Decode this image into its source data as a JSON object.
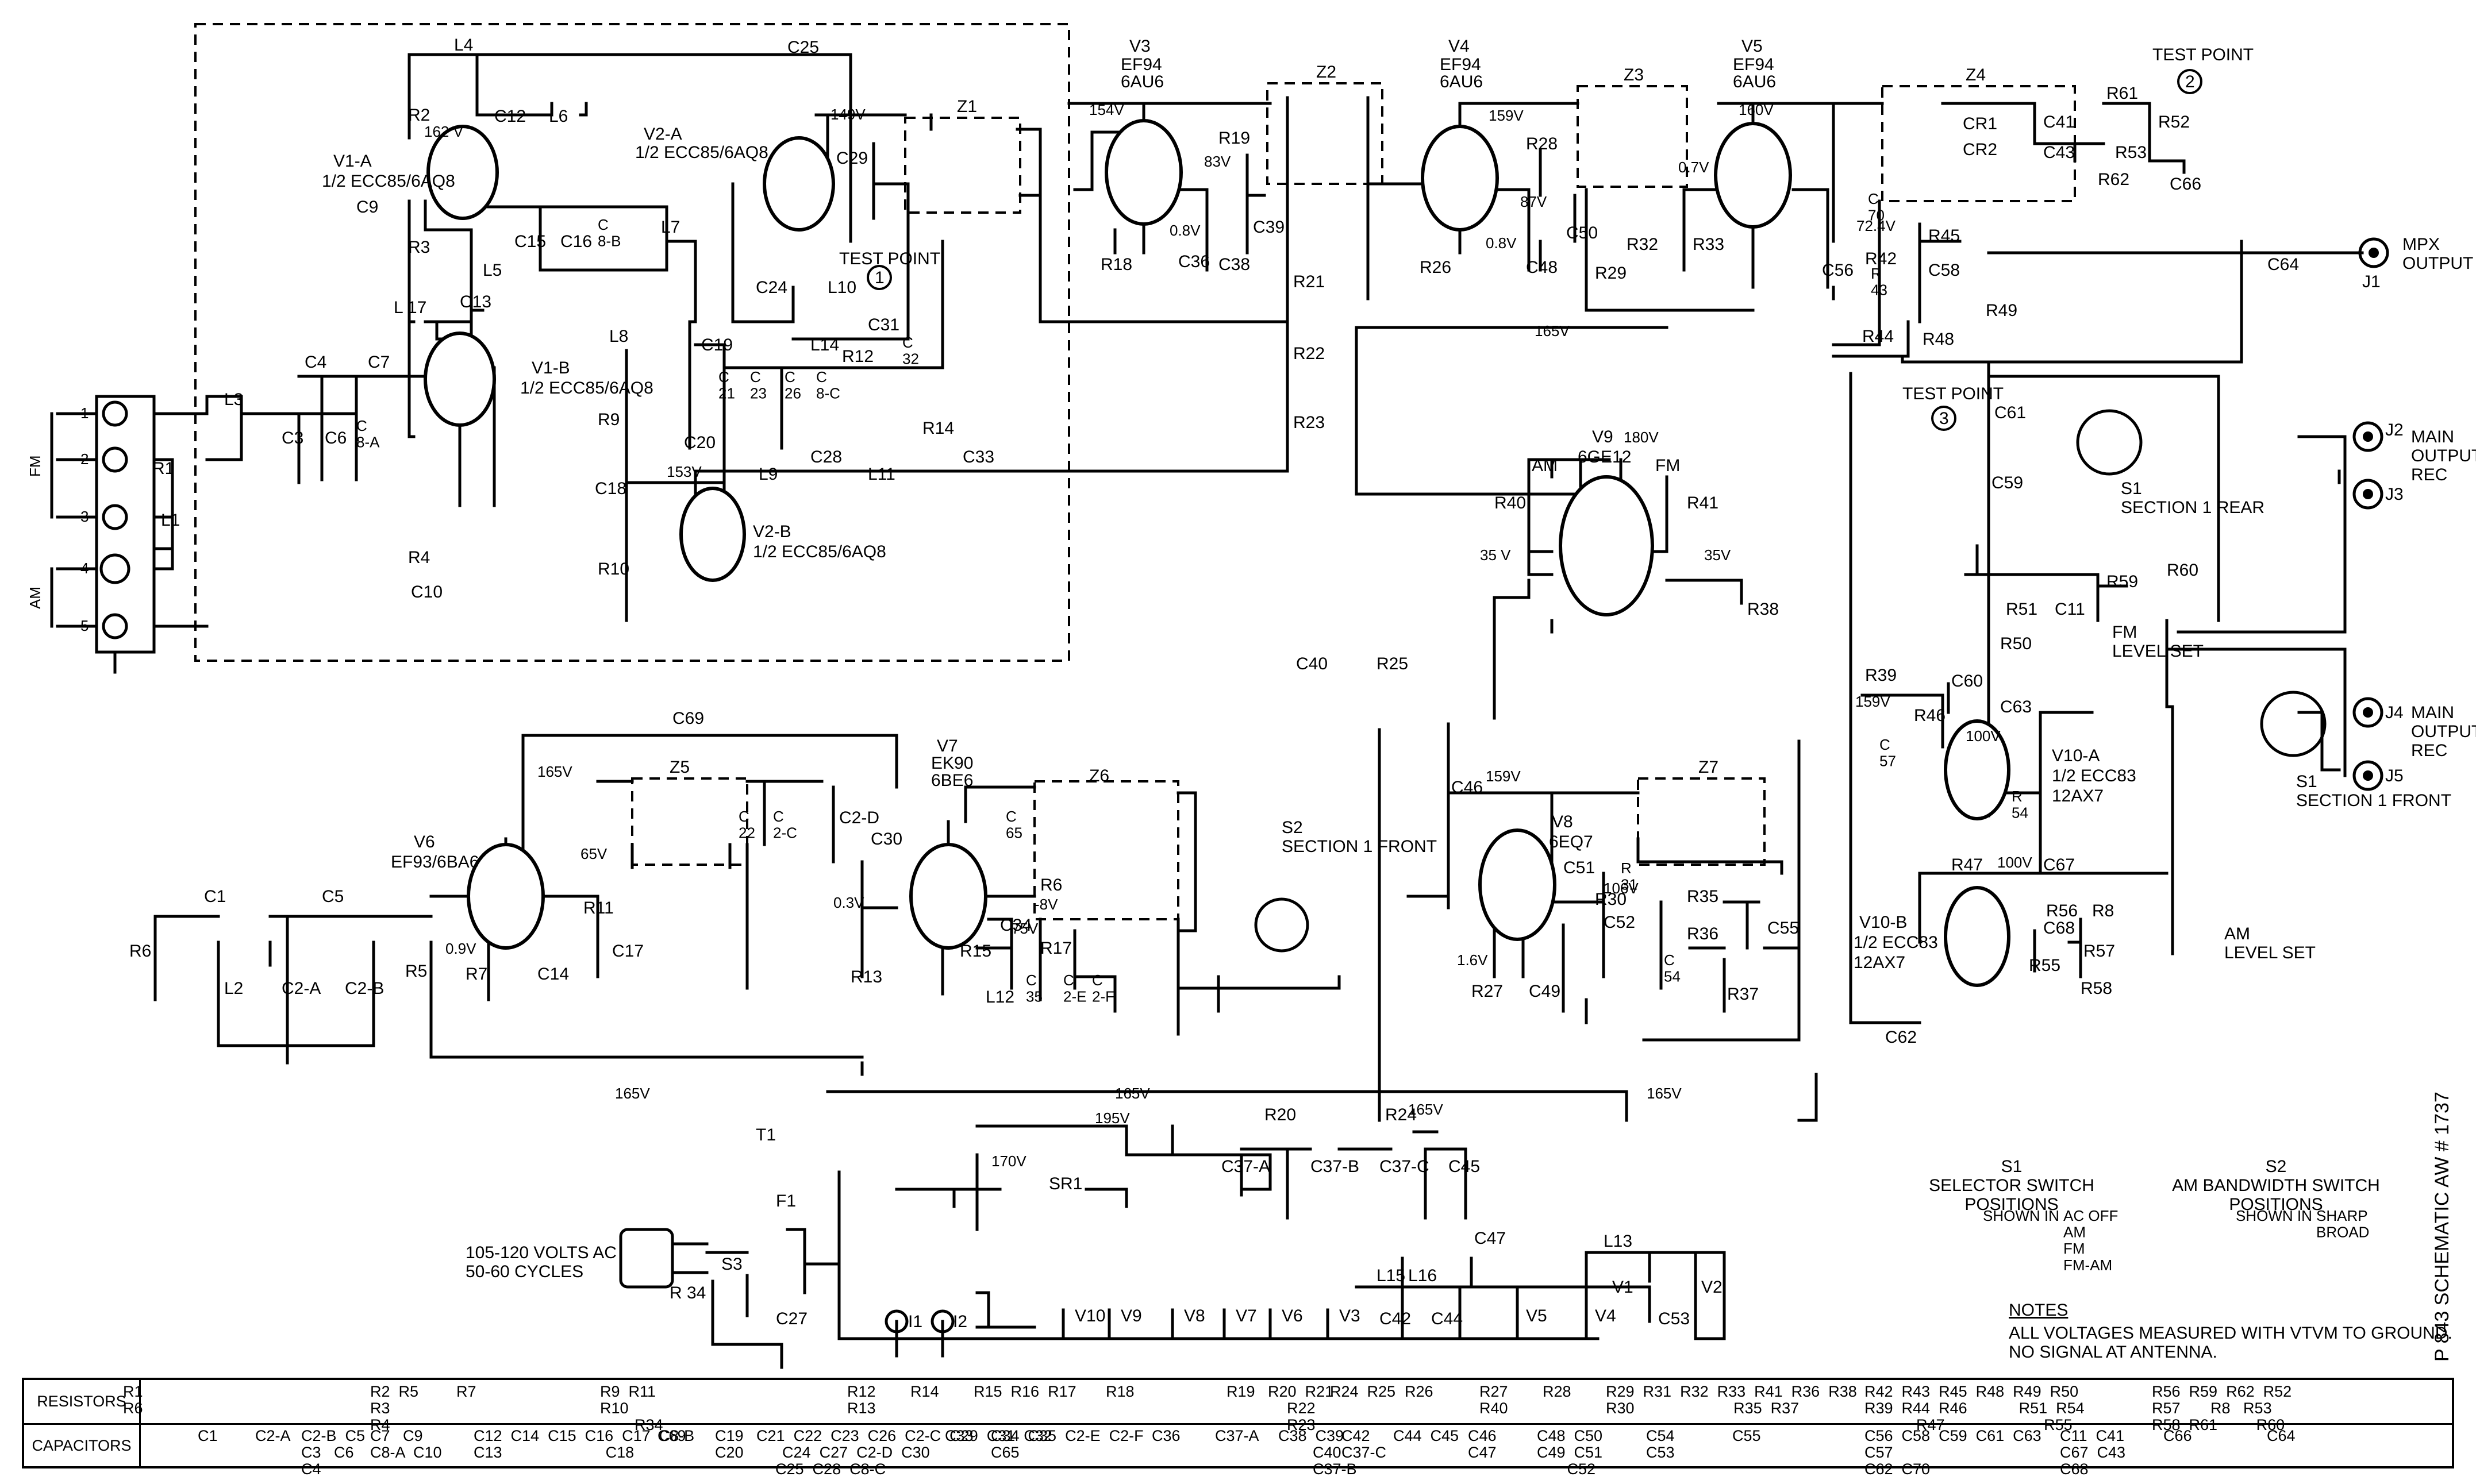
{
  "title_vertical": "P 843  SCHEMATIC AW # 1737",
  "antenna": {
    "terminals": [
      "1",
      "2",
      "3",
      "4",
      "5"
    ],
    "fm_label": "FM",
    "am_label": "AM"
  },
  "tubes": {
    "v1a": {
      "ref": "V1-A",
      "type": "1/2 ECC85/6AQ8"
    },
    "v1b": {
      "ref": "V1-B",
      "type": "1/2 ECC85/6AQ8"
    },
    "v2a": {
      "ref": "V2-A",
      "type": "1/2 ECC85/6AQ8"
    },
    "v2b": {
      "ref": "V2-B",
      "type": "1/2 ECC85/6AQ8"
    },
    "v3": {
      "ref": "V3",
      "type1": "EF94",
      "type2": "6AU6"
    },
    "v4": {
      "ref": "V4",
      "type1": "EF94",
      "type2": "6AU6"
    },
    "v5": {
      "ref": "V5",
      "type1": "EF94",
      "type2": "6AU6"
    },
    "v6": {
      "ref": "V6",
      "type": "EF93/6BA6"
    },
    "v7": {
      "ref": "V7",
      "type1": "EK90",
      "type2": "6BE6"
    },
    "v8": {
      "ref": "V8",
      "type": "6EQ7"
    },
    "v9": {
      "ref": "V9",
      "type": "6GE12"
    },
    "v10a": {
      "ref": "V10-A",
      "type1": "1/2 ECC83",
      "type2": "12AX7"
    },
    "v10b": {
      "ref": "V10-B",
      "type1": "1/2 ECC83",
      "type2": "12AX7"
    }
  },
  "voltages": {
    "v162": "162 V",
    "v149": "149V",
    "v154": "154V",
    "v159a": "159V",
    "v160": "160V",
    "v83": "83V",
    "v87": "87V",
    "v07": "0.7V",
    "v08a": "0.8V",
    "v08b": "0.8V",
    "v724": "72.4V",
    "v165a": "165V",
    "v153": "153V",
    "v180": "180V",
    "v35a": "35 V",
    "v35b": "35V",
    "v165b": "165V",
    "v65": "65V",
    "v09": "0.9V",
    "v03": "0.3V",
    "v75": "75V",
    "v8n": "-8V",
    "v159b": "159V",
    "v106": "106V",
    "v16": "1.6V",
    "v159c": "159V",
    "v100a": "100V",
    "v100b": "100V",
    "v165c": "165V",
    "v165d": "165V",
    "v165e": "165V",
    "v195": "195V",
    "v165f": "165V",
    "v170": "170V",
    "v165g": "165V"
  },
  "labels": {
    "c25": "C25",
    "r2": "R2",
    "l4": "L4",
    "c12": "C12",
    "l6": "L6",
    "c9": "C9",
    "r3": "R3",
    "c15": "C15",
    "c16": "C16",
    "c8b": "C\n8-B",
    "l7": "L7",
    "l5": "L5",
    "c13": "C13",
    "l17": "L 17",
    "c4": "C4",
    "c7": "C7",
    "l3": "L3",
    "c3": "C3",
    "c6": "C6",
    "c8a": "C\n8-A",
    "r1": "R1",
    "l1": "L1",
    "r4": "R4",
    "c10": "C10",
    "l8": "L8",
    "r9": "R9",
    "c18": "C18",
    "r10": "R10",
    "c19": "C19",
    "c20": "C20",
    "c21": "C\n21",
    "c23": "C\n23",
    "c26": "C\n26",
    "c8c": "C\n8-C",
    "l9": "L9",
    "c28": "C28",
    "l11": "L11",
    "c33": "C33",
    "c29": "C29",
    "z1": "Z1",
    "c24": "C24",
    "l10": "L10",
    "l14": "L14",
    "c31": "C31",
    "r12": "R12",
    "c32": "C\n32",
    "r14": "R14",
    "tp1": "TEST POINT",
    "tp1n": "1",
    "r19": "R19",
    "z2": "Z2",
    "c39": "C39",
    "c36": "C36",
    "c38": "C38",
    "r18": "R18",
    "r21": "R21",
    "r22": "R22",
    "r23": "R23",
    "r28": "R28",
    "z3": "Z3",
    "c50": "C50",
    "c48": "C48",
    "r26": "R26",
    "r29": "R29",
    "r32": "R32",
    "r33": "R33",
    "z4": "Z4",
    "cr1": "CR1",
    "cr2": "CR2",
    "c41": "C41",
    "c43": "C43",
    "r61": "R61",
    "r52": "R52",
    "r53": "R53",
    "r62": "R62",
    "c66": "C66",
    "c70": "C\n70",
    "r42": "R42",
    "r43": "R\n43",
    "c56": "C56",
    "c58": "C58",
    "r45": "R45",
    "r49": "R49",
    "r44": "R44",
    "r48": "R48",
    "tp2": "TEST POINT",
    "tp2n": "2",
    "c64": "C64",
    "j1": "J1",
    "mpx": "MPX\nOUTPUT",
    "am": "AM",
    "fm": "FM",
    "r40": "R40",
    "r41": "R41",
    "r38": "R38",
    "tp3": "TEST POINT",
    "tp3n": "3",
    "c61": "C61",
    "c59": "C59",
    "s1rear": "S1\nSECTION 1 REAR",
    "j2": "J2",
    "j3": "J3",
    "main_a": "MAIN\nOUTPUTS A\nREC",
    "r51": "R51",
    "c11": "C11",
    "r59": "R59",
    "r60": "R60",
    "r50": "R50",
    "fmlevel": "FM\nLEVEL SET",
    "c60": "C60",
    "c63": "C63",
    "r39": "R39",
    "r46": "R46",
    "c57": "C\n57",
    "r54": "R\n54",
    "s1front": "S1\nSECTION 1 FRONT",
    "j4": "J4",
    "j5": "J5",
    "main_b": "MAIN\nOUTPUTS B\nREC",
    "r47": "R47",
    "c67": "C67",
    "r56": "R56",
    "r8": "R8",
    "c68": "C68",
    "r55": "R55",
    "r57": "R57",
    "r58": "R58",
    "amlevel": "AM\nLEVEL SET",
    "c62": "C62",
    "c40": "C40",
    "r25": "R25",
    "c69": "C69",
    "z5": "Z5",
    "c22": "C\n22",
    "c2c": "C\n2-C",
    "c2d": "C2-D",
    "c1": "C1",
    "c5": "C5",
    "r11": "R11",
    "r5": "R5",
    "r7": "R7",
    "c14": "C14",
    "c17": "C17",
    "r6": "R6",
    "l2": "L2",
    "c2a": "C2-A",
    "c2b": "C2-B",
    "c30": "C30",
    "c65": "C\n65",
    "r6b": "R6",
    "z6": "Z6",
    "c34": "C34",
    "r15": "R15",
    "r17": "R17",
    "l12": "L12",
    "c35": "C\n35",
    "c2e": "C\n2-E",
    "c2f": "C\n2-F",
    "r13": "R13",
    "s2": "S2\nSECTION 1 FRONT",
    "c46": "C46",
    "z7": "Z7",
    "c51": "C51",
    "r31": "R\n31",
    "r30": "R30",
    "c52": "C52",
    "r27": "R27",
    "c49": "C49",
    "r35": "R35",
    "r36": "R36",
    "c55": "C55",
    "c54": "C\n54",
    "r37": "R37",
    "t1": "T1",
    "f1": "F1",
    "sr1": "SR1",
    "r20": "R20",
    "r24": "R24",
    "c37a": "C37-A",
    "c37b": "C37-B",
    "c37c": "C37-C",
    "c45": "C45",
    "ac": "105-120 VOLTS AC\n50-60 CYCLES",
    "r34": "R 34",
    "s3": "S3",
    "c27": "C27",
    "i1": "I1",
    "i2": "I2",
    "c47": "C47",
    "l13": "L13",
    "l15": "L15",
    "l16": "L16",
    "c42": "C42",
    "c44": "C44",
    "c53": "C53",
    "hv10": "V10",
    "hv9": "V9",
    "hv8": "V8",
    "hv7": "V7",
    "hv6": "V6",
    "hv3": "V3",
    "hv5": "V5",
    "hv4": "V4",
    "hv1": "V1",
    "hv2": "V2"
  },
  "switch_positions": {
    "s1_title": "S1\nSELECTOR SWITCH\nPOSITIONS",
    "s1_shown": "SHOWN IN",
    "s1_options": "AC OFF\nAM\nFM\nFM-AM",
    "s2_title": "S2\nAM BANDWIDTH SWITCH\nPOSITIONS",
    "s2_shown": "SHOWN IN",
    "s2_options": "SHARP\nBROAD"
  },
  "notes": {
    "title": "NOTES",
    "text": "ALL VOLTAGES MEASURED WITH VTVM TO GROUND.\nNO SIGNAL AT ANTENNA."
  },
  "parts_legend": {
    "resistors_label": "RESISTORS",
    "capacitors_label": "CAPACITORS",
    "resistors": [
      "R1\nR6",
      "R2  R5\nR3\nR4",
      "R7",
      "R9  R11\nR10\n        R34",
      "R12\nR13",
      "R14",
      "R15  R16  R17",
      "R18",
      "R19   R20  R21\n              R22\n              R23",
      "R24  R25",
      "R26",
      "R27\nR40",
      "R28",
      "R29  R31  R32  R33  R41  R36  R38\nR30                       R35  R37",
      "R42  R43  R45  R48  R49  R50\nR39  R44  R46            R51  R54\n            R47                       R55",
      "R56  R59  R62  R52\nR57       R8   R53\nR58  R61         R60"
    ],
    "capacitors": [
      "C1",
      "C2-A",
      "C2-B  C5\nC3   C6\nC4",
      "C7   C9\nC8-A  C10",
      "C12  C14  C15  C16  C17  C8-B\nC13                        C18",
      "C69",
      "C19   C21  C22  C23  C26  C2-C  C29  C31  C32\nC20         C24  C27  C2-D  C30\n              C25  C28  C8-C",
      "C33",
      "C34  C35  C2-E  C2-F\nC65",
      "C36",
      "C37-A",
      "C38  C39\n        C40\n        C37-B",
      "C42\nC37-C",
      "C44  C45",
      "C46\nC47",
      "C48  C50\nC49  C51\n       C52",
      "C54\nC53",
      "C55",
      "C56  C58  C59  C61  C63\nC57\nC62  C70",
      "C11  C41\nC67  C43\nC68",
      "C66",
      "C64"
    ]
  }
}
